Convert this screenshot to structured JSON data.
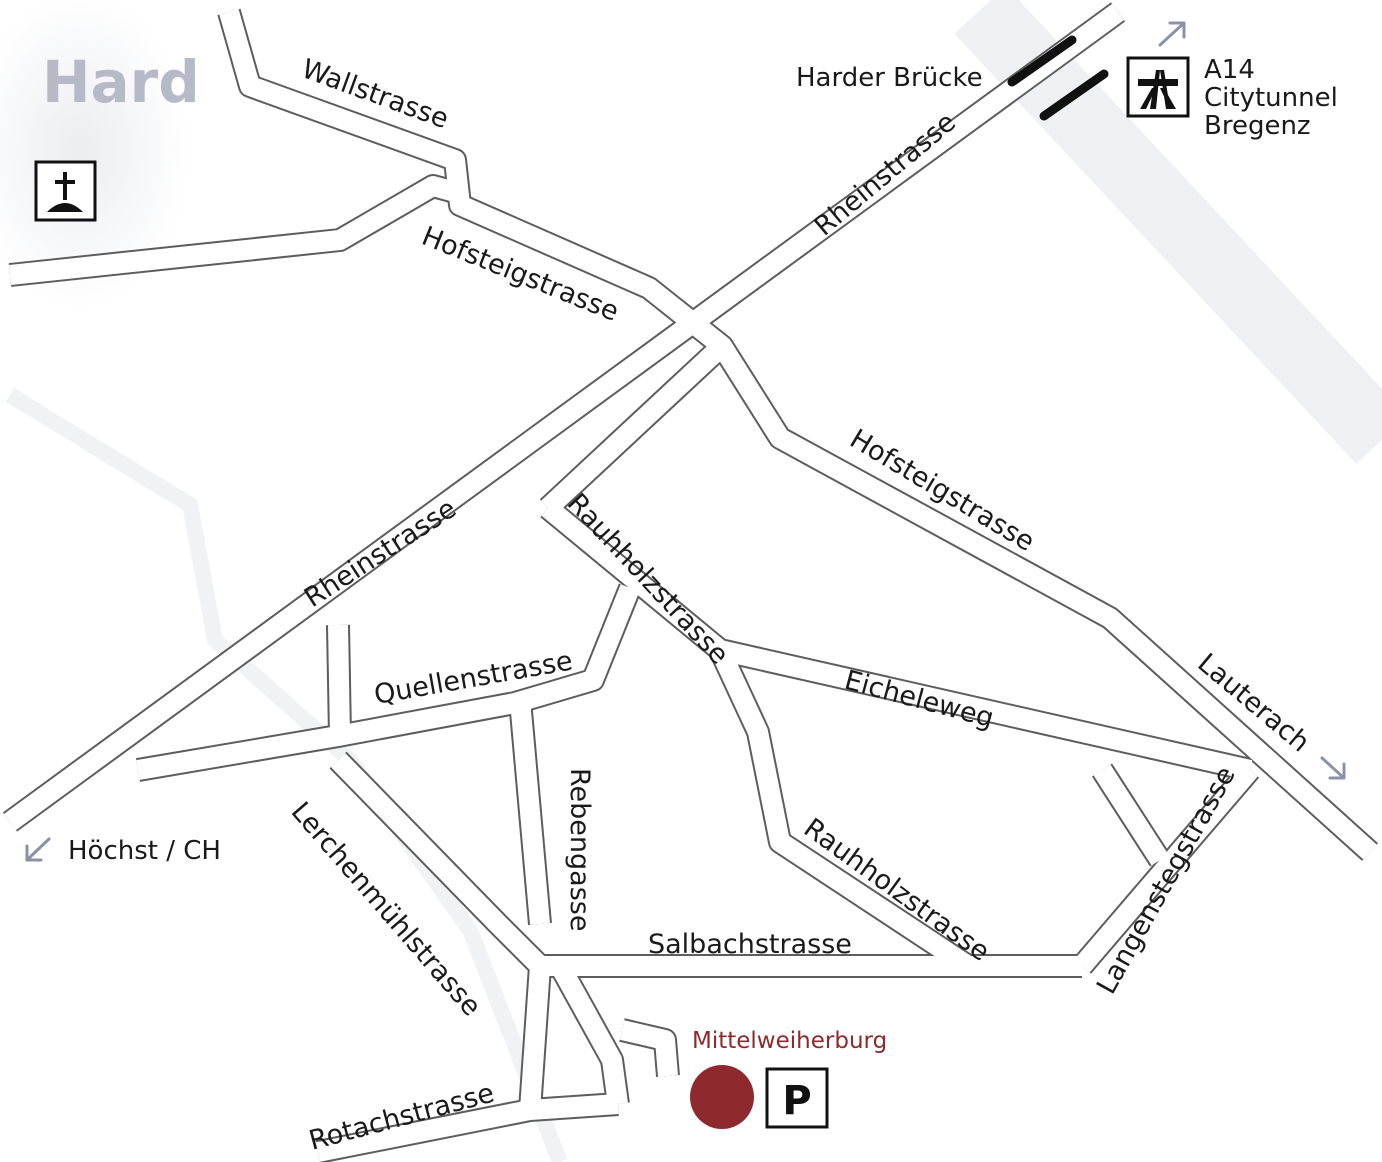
{
  "map": {
    "town_label": "Hard",
    "bridge_label": "Harder Brücke",
    "motorway": {
      "line1": "A14",
      "line2": "Citytunnel",
      "line3": "Bregenz",
      "icon": "motorway-icon"
    },
    "directions": {
      "southwest": "Höchst / CH",
      "east": "Lauterach"
    },
    "streets": {
      "wallstrasse": "Wallstrasse",
      "hofsteigstrasse_north": "Hofsteigstrasse",
      "hofsteigstrasse_south": "Hofsteigstrasse",
      "rheinstrasse_north": "Rheinstrasse",
      "rheinstrasse_south": "Rheinstrasse",
      "rauhholzstrasse_north": "Rauhholzstrasse",
      "rauhholzstrasse_south": "Rauhholzstrasse",
      "quellenstrasse": "Quellenstrasse",
      "eicheleweg": "Eicheleweg",
      "rebengasse": "Rebengasse",
      "lerchenmuehlstrasse": "Lerchenmühlstrasse",
      "salbachstrasse": "Salbachstrasse",
      "langenstegstrasse": "Langenstegstrasse",
      "rotachstrasse": "Rotachstrasse"
    },
    "destination": {
      "label": "Mittelweiherburg",
      "color": "#8e2a2e"
    },
    "icons": {
      "church": "church-icon",
      "parking": "parking-icon",
      "parking_letter": "P"
    },
    "colors": {
      "road_outline": "#5d5d5d",
      "watermark": "#b6bac6",
      "arrow": "#8a92a8"
    }
  }
}
